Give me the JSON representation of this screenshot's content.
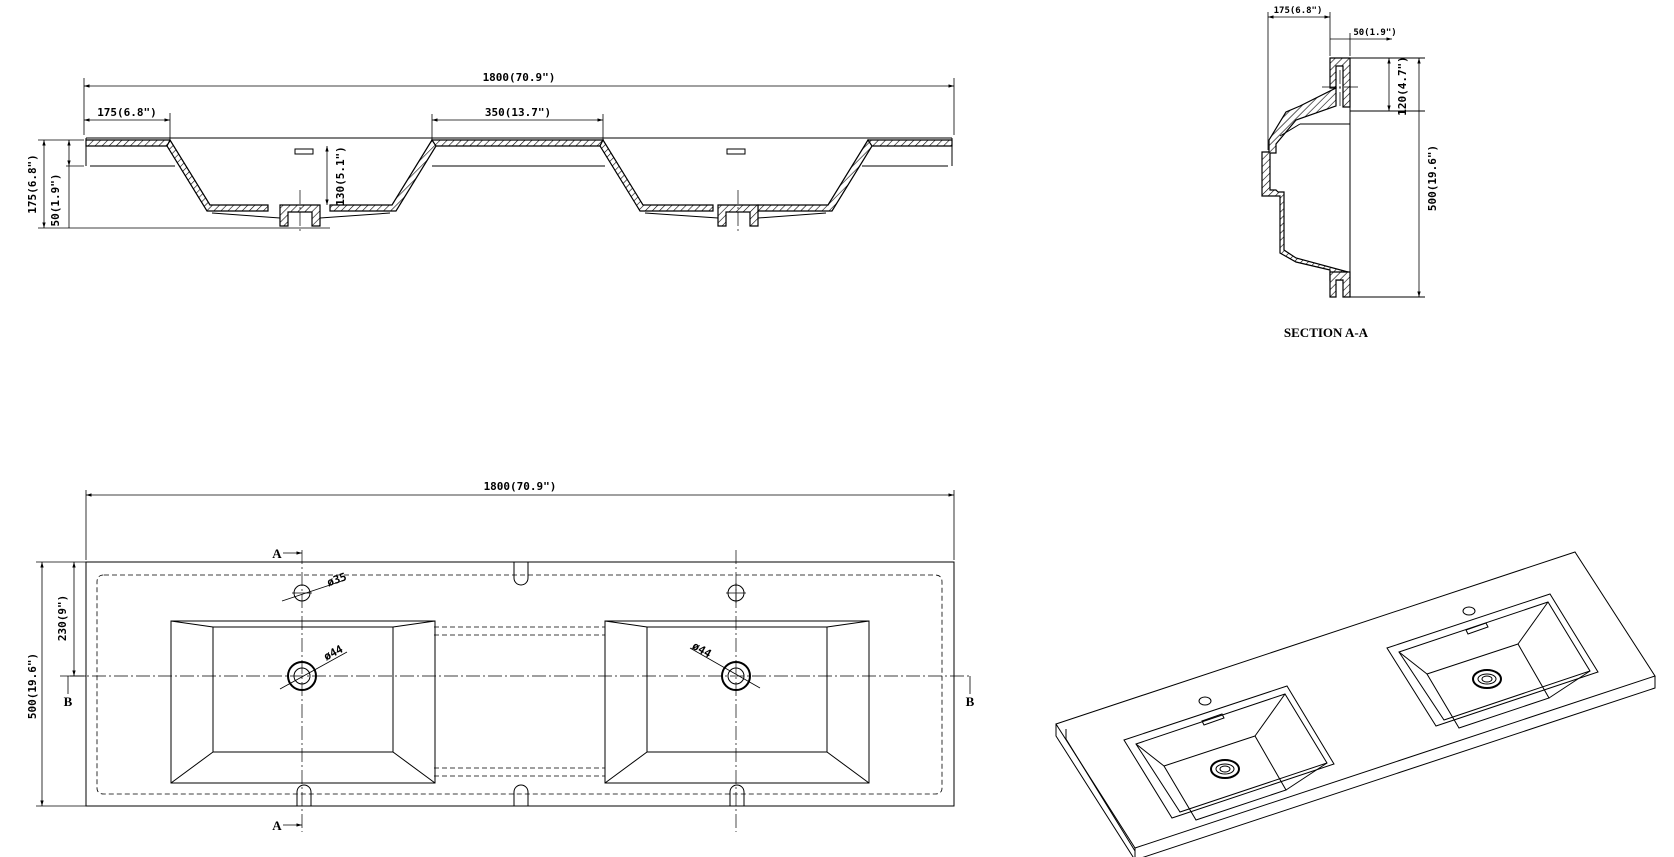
{
  "front_view": {
    "overall_width": "1800(70.9\")",
    "left_margin": "175(6.8\")",
    "basin_gap": "350(13.7\")",
    "overall_height": "175(6.8\")",
    "rim_height": "50(1.9\")",
    "basin_depth": "130(5.1\")"
  },
  "section_view": {
    "depth_top": "175(6.8\")",
    "rim": "50(1.9\")",
    "upper": "120(4.7\")",
    "total_depth": "500(19.6\")",
    "caption": "SECTION A-A"
  },
  "plan_view": {
    "overall_width": "1800(70.9\")",
    "overall_depth": "500(19.6\")",
    "centre_offset": "230(9\")",
    "tap_hole": "ø35",
    "drain_left": "ø44",
    "drain_right": "ø44",
    "section_a_top": "A",
    "section_a_bottom": "A",
    "section_b_left": "B",
    "section_b_right": "B"
  }
}
